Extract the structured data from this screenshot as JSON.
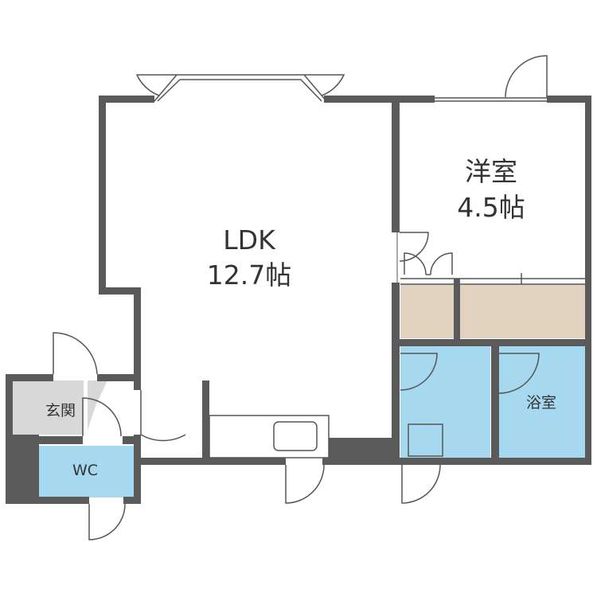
{
  "rooms": {
    "ldk": {
      "name": "LDK",
      "size": "12.7帖"
    },
    "western": {
      "name": "洋室",
      "size": "4.5帖"
    },
    "entrance": {
      "name": "玄関"
    },
    "wc": {
      "name": "WC"
    },
    "bath": {
      "name": "浴室"
    }
  },
  "colors": {
    "wall": "#5a5a5a",
    "wet_area": "#a6d9f0",
    "storage": "#e2d2c0",
    "entrance_floor": "#d8d8d8",
    "line": "#555555"
  }
}
